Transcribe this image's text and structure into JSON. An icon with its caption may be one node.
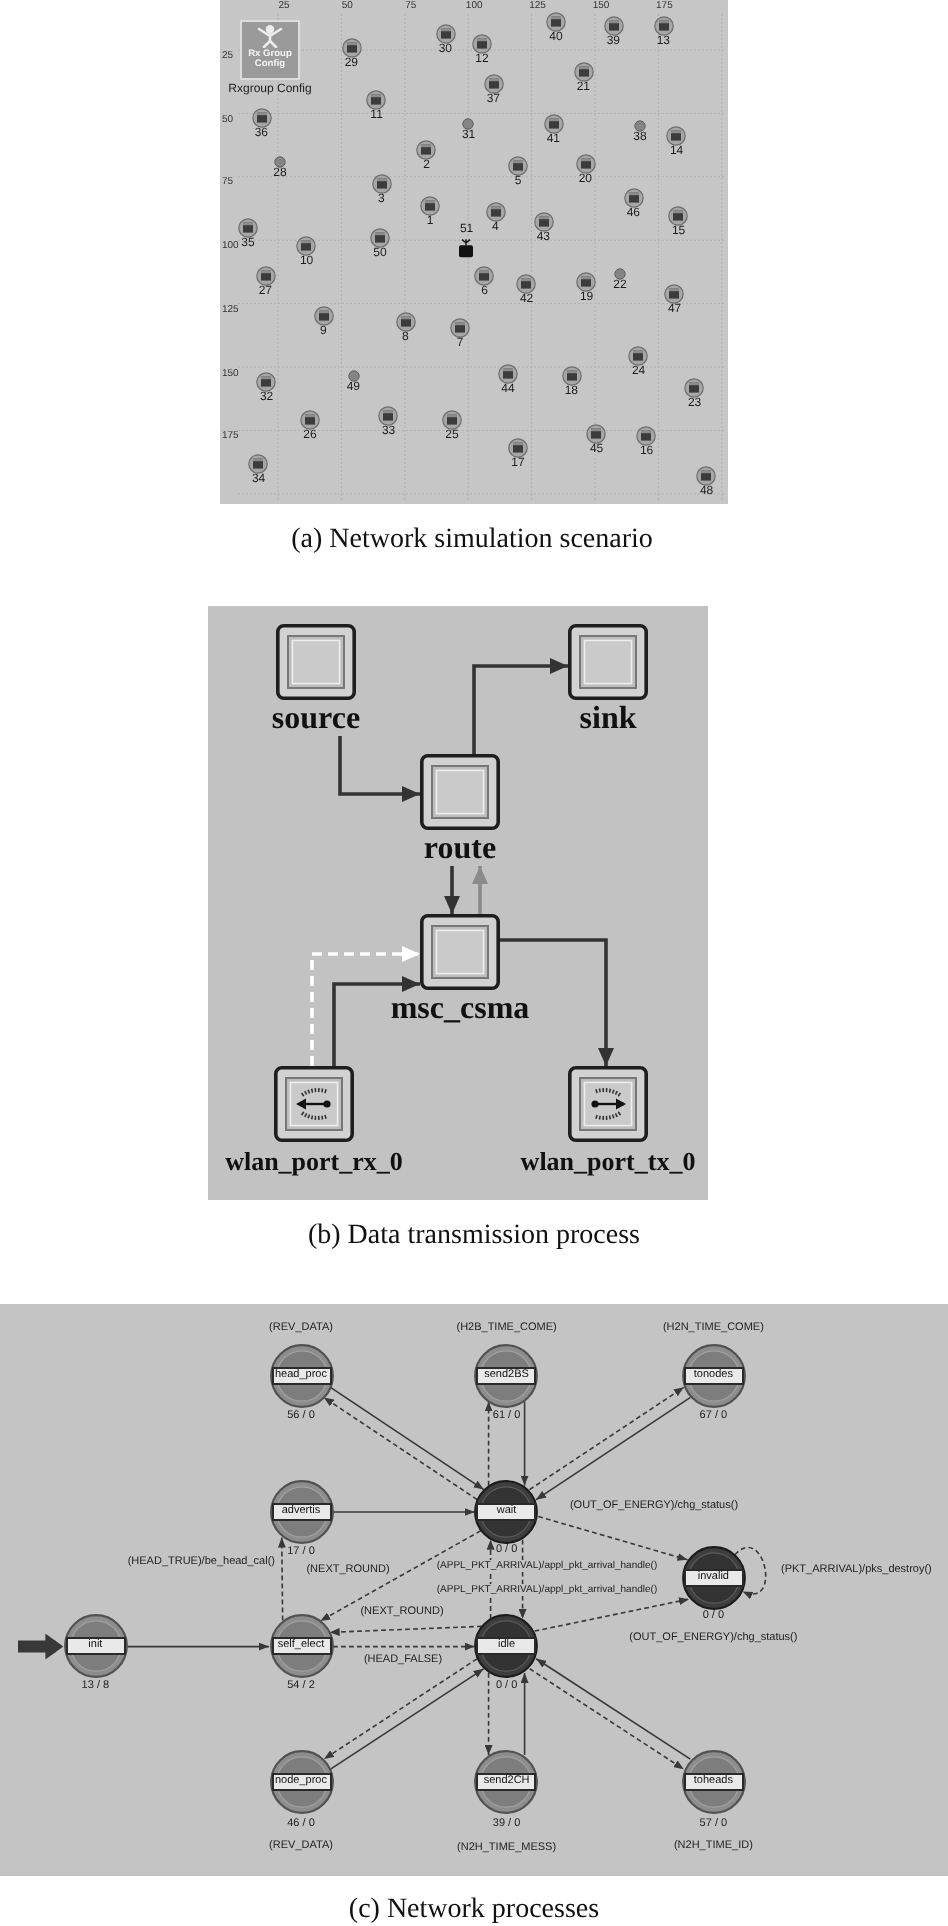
{
  "diagram": {
    "nodes": [
      {
        "text": [],
        "shape": "box",
        "beside": [
          "(a) Network simulation scenario"
        ]
      },
      {
        "text": [
          "Rx Group Config",
          "Rxgroup Config"
        ],
        "in": 0
      },
      {
        "text": [
          "29"
        ],
        "in": 0
      },
      {
        "text": [
          "30"
        ],
        "in": 0
      },
      {
        "text": [
          "12"
        ],
        "in": 0
      },
      {
        "text": [
          "40"
        ],
        "in": 0
      },
      {
        "text": [
          "39"
        ],
        "in": 0
      },
      {
        "text": [
          "13"
        ],
        "in": 0
      },
      {
        "text": [
          "11"
        ],
        "in": 0
      },
      {
        "text": [
          "37"
        ],
        "in": 0
      },
      {
        "text": [
          "21"
        ],
        "in": 0
      },
      {
        "text": [
          "36"
        ],
        "in": 0
      },
      {
        "text": [
          "31"
        ],
        "in": 0
      },
      {
        "text": [
          "41"
        ],
        "in": 0
      },
      {
        "text": [
          "38"
        ],
        "in": 0
      },
      {
        "text": [
          "14"
        ],
        "in": 0
      },
      {
        "text": [
          "28"
        ],
        "in": 0
      },
      {
        "text": [
          "3"
        ],
        "in": 0
      },
      {
        "text": [
          "2"
        ],
        "in": 0
      },
      {
        "text": [
          "5"
        ],
        "in": 0
      },
      {
        "text": [
          "20"
        ],
        "in": 0
      },
      {
        "text": [
          "35"
        ],
        "in": 0
      },
      {
        "text": [
          "10"
        ],
        "in": 0
      },
      {
        "text": [
          "50"
        ],
        "in": 0
      },
      {
        "text": [
          "1"
        ],
        "in": 0
      },
      {
        "text": [
          "51"
        ],
        "in": 0
      },
      {
        "text": [
          "4"
        ],
        "in": 0
      },
      {
        "text": [
          "43"
        ],
        "in": 0
      },
      {
        "text": [
          "46"
        ],
        "in": 0
      },
      {
        "text": [
          "15"
        ],
        "in": 0
      },
      {
        "text": [
          "27"
        ],
        "in": 0
      },
      {
        "text": [
          "6"
        ],
        "in": 0
      },
      {
        "text": [
          "42"
        ],
        "in": 0
      },
      {
        "text": [
          "19"
        ],
        "in": 0
      },
      {
        "text": [
          "22"
        ],
        "in": 0
      },
      {
        "text": [
          "47"
        ],
        "in": 0
      },
      {
        "text": [
          "9"
        ],
        "in": 0
      },
      {
        "text": [
          "8"
        ],
        "in": 0
      },
      {
        "text": [
          "7"
        ],
        "in": 0
      },
      {
        "text": [
          "32"
        ],
        "in": 0
      },
      {
        "text": [
          "49"
        ],
        "in": 0
      },
      {
        "text": [
          "44"
        ],
        "in": 0
      },
      {
        "text": [
          "18"
        ],
        "in": 0
      },
      {
        "text": [
          "24"
        ],
        "in": 0
      },
      {
        "text": [
          "23"
        ],
        "in": 0
      },
      {
        "text": [
          "26"
        ],
        "in": 0
      },
      {
        "text": [
          "33"
        ],
        "in": 0
      },
      {
        "text": [
          "25"
        ],
        "in": 0
      },
      {
        "text": [
          "17"
        ],
        "in": 0
      },
      {
        "text": [
          "45"
        ],
        "in": 0
      },
      {
        "text": [
          "16"
        ],
        "in": 0
      },
      {
        "text": [
          "34"
        ],
        "in": 0
      },
      {
        "text": [
          "48"
        ],
        "in": 0
      },
      {
        "text": [],
        "shape": "box",
        "beside": [
          "(b) Data transmission process"
        ]
      },
      {
        "text": [
          "source"
        ],
        "in": 53
      },
      {
        "text": [
          "sink"
        ],
        "in": 53
      },
      {
        "text": [
          "route"
        ],
        "in": 53
      },
      {
        "text": [
          "msc_csma"
        ],
        "in": 53
      },
      {
        "text": [
          "wlan_port_rx_0"
        ],
        "in": 53
      },
      {
        "text": [
          "wlan_port_tx_0"
        ],
        "in": 53
      },
      {
        "text": [],
        "shape": "box",
        "beside": [
          "(c) Network processes"
        ]
      },
      {
        "text": [
          "head_proc"
        ],
        "in": 60,
        "beside": [
          "(REV_DATA)",
          "56 / 0"
        ]
      },
      {
        "text": [
          "send2BS"
        ],
        "in": 60,
        "beside": [
          "(H2B_TIME_COME)",
          "61 / 0"
        ]
      },
      {
        "text": [
          "tonodes"
        ],
        "in": 60,
        "beside": [
          "(H2N_TIME_COME)",
          "67 / 0"
        ]
      },
      {
        "text": [
          "advertis"
        ],
        "in": 60,
        "beside": [
          "17 / 0"
        ]
      },
      {
        "text": [
          "wait"
        ],
        "in": 60,
        "beside": [
          "0 / 0"
        ]
      },
      {
        "text": [
          "invalid"
        ],
        "in": 60,
        "beside": [
          "0 / 0",
          "(OUT_OF_ENERGY)/chg_status()"
        ]
      },
      {
        "text": [
          "init"
        ],
        "in": 60,
        "beside": [
          "13 / 8"
        ]
      },
      {
        "text": [
          "self_elect"
        ],
        "in": 60,
        "beside": [
          "54 / 2"
        ]
      },
      {
        "text": [
          "idle"
        ],
        "in": 60,
        "beside": [
          "0 / 0"
        ]
      },
      {
        "text": [
          "node_proc"
        ],
        "in": 60,
        "beside": [
          "46 / 0",
          "(REV_DATA)"
        ]
      },
      {
        "text": [
          "send2CH"
        ],
        "in": 60,
        "beside": [
          "39 / 0",
          "(N2H_TIME_MESS)"
        ]
      },
      {
        "text": [
          "toheads"
        ],
        "in": 60,
        "beside": [
          "57 / 0",
          "(N2H_TIME_ID)"
        ]
      }
    ],
    "edges": [
      {
        "from": 54,
        "to": 56,
        "arrow": "to"
      },
      {
        "from": 56,
        "to": 55,
        "arrow": "to"
      },
      {
        "from": 56,
        "to": 57,
        "arrow": "to"
      },
      {
        "from": 57,
        "to": 56,
        "arrow": "to",
        "color": "#8a8a8a"
      },
      {
        "from": 58,
        "to": 57,
        "arrow": "to",
        "style": "dashed",
        "color": "#ffffff"
      },
      {
        "from": 58,
        "to": 57,
        "arrow": "to"
      },
      {
        "from": 57,
        "to": 59,
        "arrow": "to"
      },
      {
        "from": null,
        "to": 67,
        "arrow": "to",
        "style": "thick"
      },
      {
        "from": 67,
        "to": 68,
        "arrow": "to"
      },
      {
        "from": 68,
        "to": 64,
        "arrow": "to",
        "style": "dashed",
        "label": "(HEAD_TRUE)/be_head_cal()"
      },
      {
        "from": 68,
        "to": 69,
        "arrow": "to",
        "style": "dashed",
        "label": "(HEAD_FALSE)"
      },
      {
        "from": 64,
        "to": 65,
        "arrow": "to"
      },
      {
        "from": 65,
        "to": 61,
        "arrow": "to",
        "style": "dashed"
      },
      {
        "from": 61,
        "to": 65,
        "arrow": "to"
      },
      {
        "from": 65,
        "to": 62,
        "arrow": "to",
        "style": "dashed"
      },
      {
        "from": 62,
        "to": 65,
        "arrow": "to"
      },
      {
        "from": 65,
        "to": 63,
        "arrow": "to",
        "style": "dashed"
      },
      {
        "from": 63,
        "to": 65,
        "arrow": "to"
      },
      {
        "from": 65,
        "to": 66,
        "arrow": "to",
        "style": "dashed",
        "label": "(OUT_OF_ENERGY)/chg_status()"
      },
      {
        "from": 66,
        "to": 66,
        "arrow": "to",
        "style": "dashed",
        "label": "(PKT_ARRIVAL)/pks_destroy()"
      },
      {
        "from": 65,
        "to": 68,
        "arrow": "to",
        "style": "dashed",
        "label": "(NEXT_ROUND)"
      },
      {
        "from": 69,
        "to": 68,
        "arrow": "to",
        "style": "dashed",
        "label": "(NEXT_ROUND)"
      },
      {
        "from": 65,
        "to": 69,
        "arrow": "to",
        "style": "dashed",
        "label": "(APPL_PKT_ARRIVAL)/appl_pkt_arrival_handle()"
      },
      {
        "from": 69,
        "to": 65,
        "arrow": "to",
        "style": "dashed",
        "label": "(APPL_PKT_ARRIVAL)/appl_pkt_arrival_handle()"
      },
      {
        "from": 69,
        "to": 66,
        "arrow": "to",
        "style": "dashed"
      },
      {
        "from": 69,
        "to": 70,
        "arrow": "to",
        "style": "dashed"
      },
      {
        "from": 70,
        "to": 69,
        "arrow": "to"
      },
      {
        "from": 69,
        "to": 71,
        "arrow": "to",
        "style": "dashed"
      },
      {
        "from": 71,
        "to": 69,
        "arrow": "to"
      },
      {
        "from": 69,
        "to": 72,
        "arrow": "to",
        "style": "dashed"
      },
      {
        "from": 72,
        "to": 69,
        "arrow": "to"
      }
    ],
    "labels": [
      "25",
      "50",
      "75",
      "100",
      "125",
      "150",
      "175",
      "25",
      "50",
      "75",
      "100",
      "125",
      "150",
      "175"
    ]
  }
}
